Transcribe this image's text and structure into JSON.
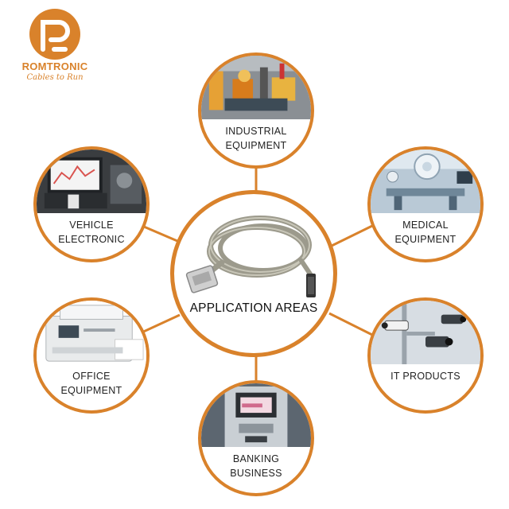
{
  "brand": {
    "name": "ROMTRONIC",
    "tagline": "Cables to Run",
    "accent_color": "#d9822b"
  },
  "center": {
    "title": "APPLICATION AREAS",
    "image": "cable-image"
  },
  "areas": [
    {
      "label": "INDUSTRIAL\nEQUIPMENT",
      "image": "robot-assembly-line-image"
    },
    {
      "label": "MEDICAL\nEQUIPMENT",
      "image": "operating-room-image"
    },
    {
      "label": "IT PRODUCTS",
      "image": "security-camera-image"
    },
    {
      "label": "BANKING\nBUSINESS",
      "image": "atm-machine-image"
    },
    {
      "label": "OFFICE\nEQUIPMENT",
      "image": "printer-image"
    },
    {
      "label": "VEHICLE\nELECTRONIC",
      "image": "car-diagnostic-laptop-image"
    }
  ]
}
